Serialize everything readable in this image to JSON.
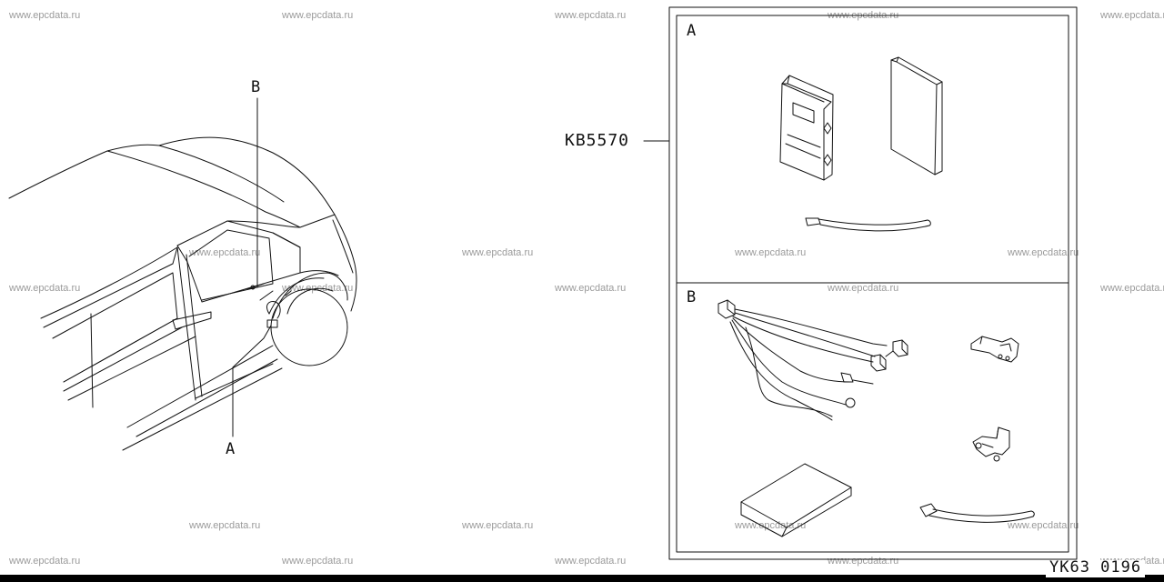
{
  "watermark": "www.epcdata.ru",
  "part_number": "KB5570",
  "callouts": {
    "a": "A",
    "b": "B"
  },
  "panels": {
    "top_label": "A",
    "bottom_label": "B"
  },
  "diagram_code": "YK63  0196"
}
